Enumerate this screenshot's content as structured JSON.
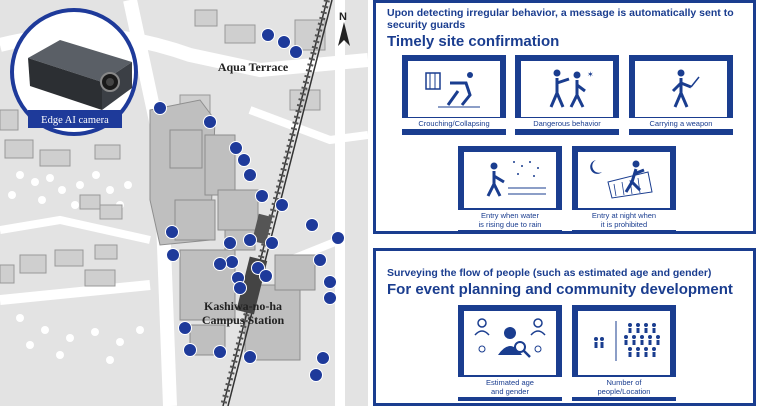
{
  "map": {
    "camera_label": "Edge AI camera",
    "area_label": "Aqua Terrace",
    "station_label_line1": "Kashiwa-no-ha",
    "station_label_line2": "Campus Station",
    "north_label": "N"
  },
  "detection": {
    "intro": "Upon detecting irregular behavior, a message is automatically sent to security guards",
    "title": "Timely site confirmation",
    "tiles": [
      {
        "caption": "Crouching/Collapsing"
      },
      {
        "caption": "Dangerous behavior"
      },
      {
        "caption": "Carrying a weapon"
      },
      {
        "caption_line1": "Entry when water",
        "caption_line2": "is rising due to rain"
      },
      {
        "caption_line1": "Entry at night when",
        "caption_line2": "it is prohibited"
      }
    ]
  },
  "flow": {
    "intro": "Surveying the flow of people (such as estimated age and gender)",
    "title": "For event planning and community development",
    "tiles": [
      {
        "caption_line1": "Estimated age",
        "caption_line2": "and gender"
      },
      {
        "caption_line1": "Number of",
        "caption_line2": "people/Location"
      }
    ]
  },
  "colors": {
    "accent": "#1a3d8f",
    "camera_dot": "#1e3a9a"
  }
}
